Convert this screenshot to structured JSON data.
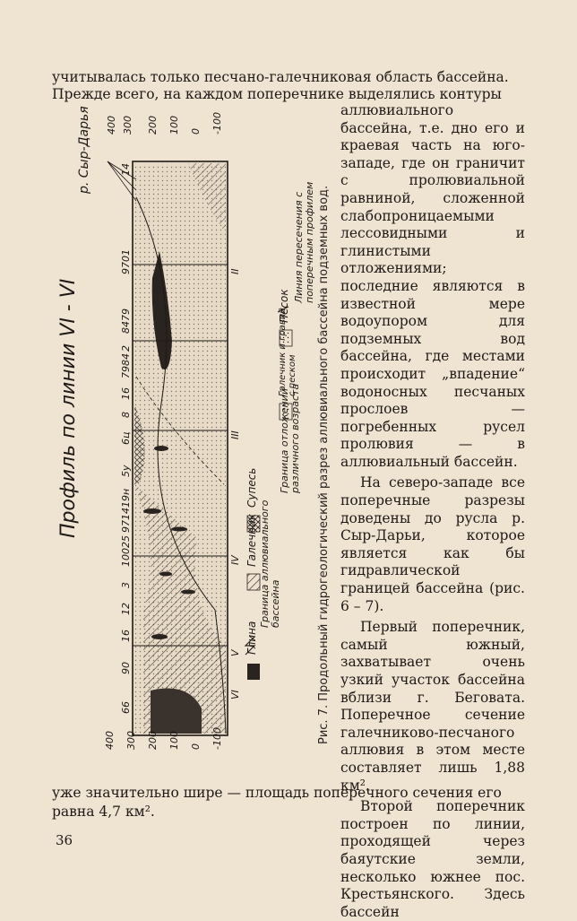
{
  "text_top": [
    "учитывалась только песчано-галечниковая  область бассейна.",
    "Прежде всего, на каждом поперечнике  выделялись контуры"
  ],
  "column_paragraphs": [
    "аллювиального бассейна, т.е. дно его и краевая часть на юго-западе, где он граничит с пролювиальной равниной, сложенной слабопроницаемыми лессовидными и глинистыми отложениями; последние являются в известной мере водоупором для подземных вод бассейна, где местами происходит „впадение“ водоносных песчаных прослоев — погребенных русел пролювия — в аллювиальный бассейн.",
    "На северо-западе все поперечные разрезы доведены до русла р. Сыр-Дарьи, которое является как бы гидравлической границей бассейна (рис. 6 – 7).",
    "Первый поперечник, самый южный, захватывает очень узкий участок бассейна вблизи г. Беговата. Поперечное сечение галечниково-песчаного аллювия в этом месте составляет лишь 1,88 км².",
    "Второй поперечник построен по линии, проходящей через баяутские земли, несколько южнее пос. Крестьянского. Здесь бассейн"
  ],
  "text_bottom": [
    "уже значительно шире — площадь поперечного сечения его",
    "равна 4,7  км²."
  ],
  "page_number": "36",
  "figure": {
    "caption": "Рис. 7. Продольный гидрогеологический разрез аллювиального бассейна подземных вод.",
    "title": "Профиль по линии VI - VI",
    "river_label": "р. Сыр-Дарья",
    "axis_top_ticks": [
      "400",
      "300",
      "200",
      "100",
      "0",
      "-100"
    ],
    "axis_bottom_ticks": [
      "400",
      "300",
      "200",
      "100",
      "0",
      "-100"
    ],
    "well_labels": [
      "14",
      "9701",
      "8479",
      "2",
      "7984",
      "16",
      "8",
      "6ц",
      "5у",
      "19н",
      "9714",
      "10025",
      "3",
      "12",
      "16",
      "90",
      "66"
    ],
    "roman_marks": [
      "II",
      "III",
      "IV",
      "V",
      "VI"
    ],
    "legend": [
      {
        "label": "Глина"
      },
      {
        "label": "Галечник"
      },
      {
        "label": "Супесь"
      },
      {
        "label": "Граница аллювиального бассейна"
      },
      {
        "label": "Галечник и гравий с песком"
      },
      {
        "label": "Граница отложений различного возраста"
      },
      {
        "label": "Песок"
      },
      {
        "label": "Линия пересечения с поперечным профилем"
      }
    ]
  }
}
